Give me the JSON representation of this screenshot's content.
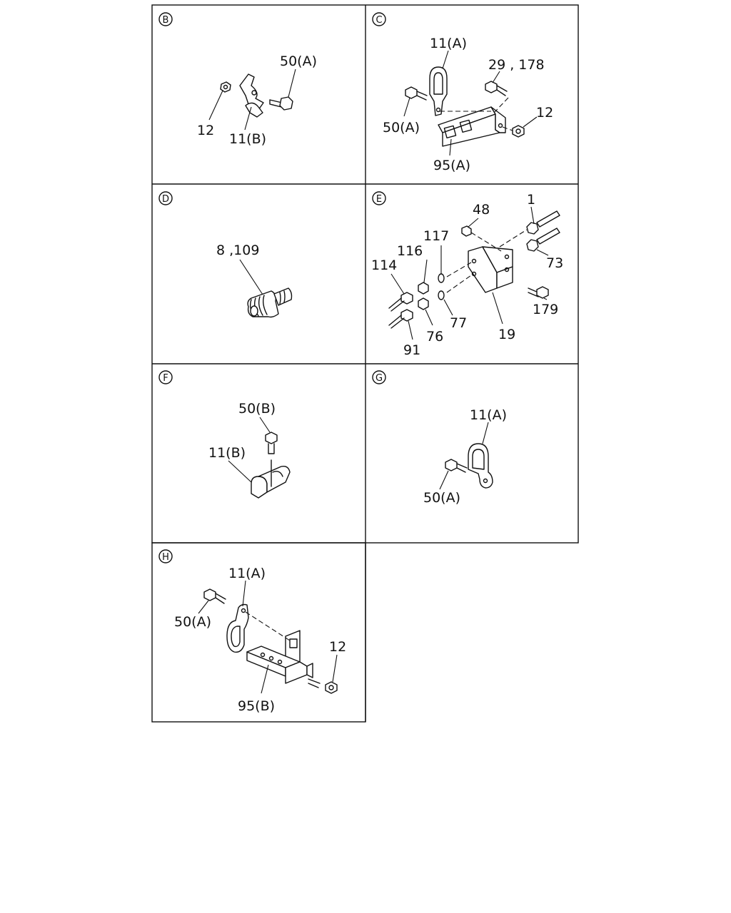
{
  "panels": [
    {
      "id": "B",
      "callouts": {
        "bolt": "50(A)",
        "nut": "12",
        "clip": "11(B)"
      }
    },
    {
      "id": "C",
      "callouts": {
        "clip": "11(A)",
        "bolt_top": "29 , 178",
        "bolt_left": "50(A)",
        "nut": "12",
        "bracket": "95(A)"
      }
    },
    {
      "id": "D",
      "callouts": {
        "fitting": "8 ,109"
      }
    },
    {
      "id": "E",
      "callouts": {
        "c1": "1",
        "c48": "48",
        "c117": "117",
        "c116": "116",
        "c114": "114",
        "c73": "73",
        "c179": "179",
        "c77": "77",
        "c76": "76",
        "c19": "19",
        "c91": "91"
      }
    },
    {
      "id": "F",
      "callouts": {
        "bolt": "50(B)",
        "clip": "11(B)"
      }
    },
    {
      "id": "G",
      "callouts": {
        "clip": "11(A)",
        "bolt": "50(A)"
      }
    },
    {
      "id": "H",
      "callouts": {
        "clip": "11(A)",
        "bolt": "50(A)",
        "nut": "12",
        "bracket": "95(B)"
      }
    }
  ]
}
